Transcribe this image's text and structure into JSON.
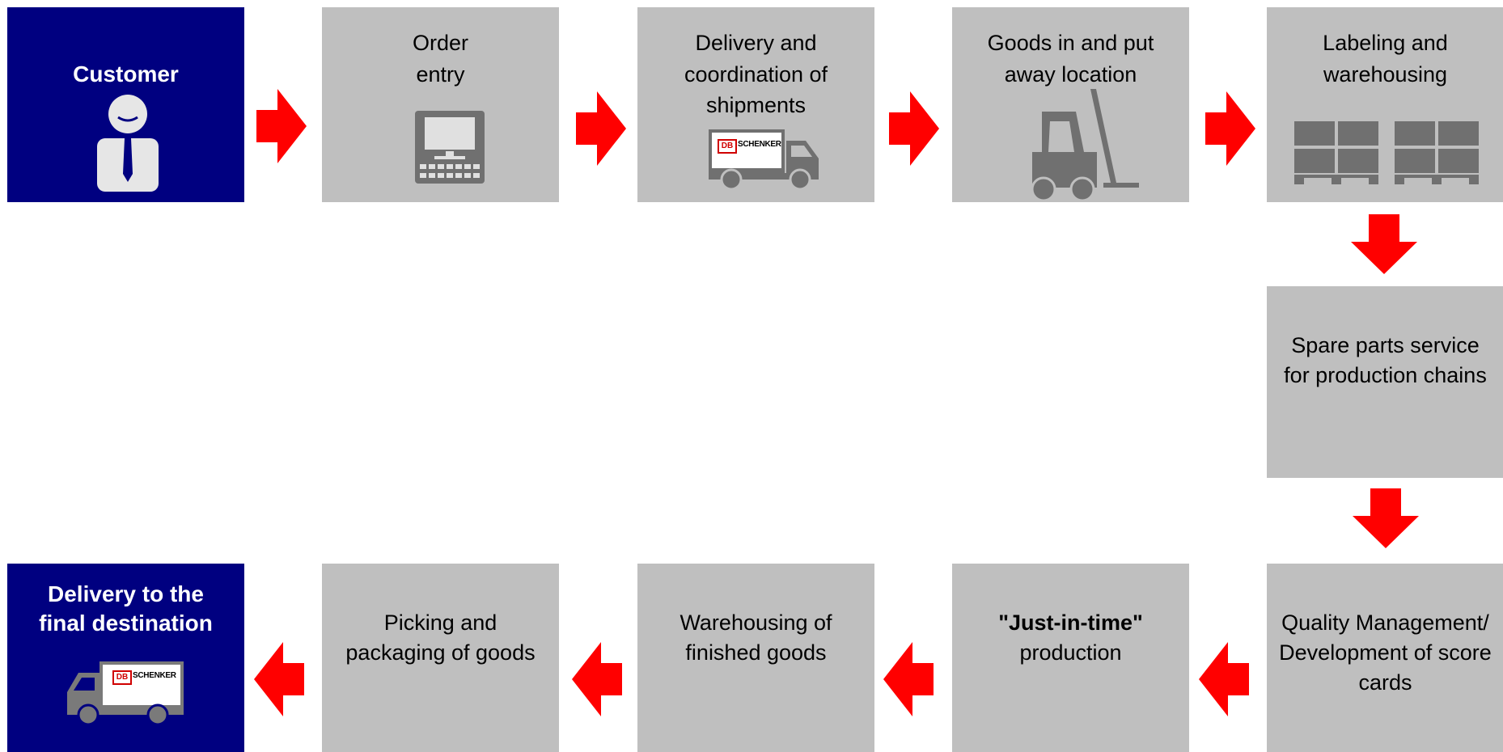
{
  "steps": {
    "customer": {
      "title": "Customer"
    },
    "order_entry": {
      "line1": "Order",
      "line2": "entry"
    },
    "delivery_coordination": {
      "line1": "Delivery and",
      "line2": "coordination of",
      "line3": "shipments"
    },
    "goods_in": {
      "line1": "Goods in and put",
      "line2": "away location"
    },
    "labeling": {
      "line1": "Labeling and",
      "line2": "warehousing"
    },
    "spare_parts": {
      "line1": "Spare parts service",
      "line2": "for production chains"
    },
    "quality": {
      "line1": "Quality Management/",
      "line2": "Development of score",
      "line3": "cards"
    },
    "jit": {
      "line1": "\"Just-in-time\"",
      "line2": "production"
    },
    "warehousing_finished": {
      "line1": "Warehousing of",
      "line2": "finished goods"
    },
    "picking": {
      "line1": "Picking and",
      "line2": "packaging of goods"
    },
    "final_delivery": {
      "line1": "Delivery to the",
      "line2": "final destination"
    }
  },
  "truck_brand": {
    "logo": "DB",
    "name": "SCHENKER"
  },
  "icons": [
    "person-icon",
    "computer-icon",
    "truck-icon",
    "forklift-icon",
    "pallets-icon",
    "arrow-icon"
  ],
  "colors": {
    "accent_blue": "#000080",
    "box_grey": "#bfbfbf",
    "arrow_red": "#ff0000",
    "icon_grey": "#707070"
  }
}
